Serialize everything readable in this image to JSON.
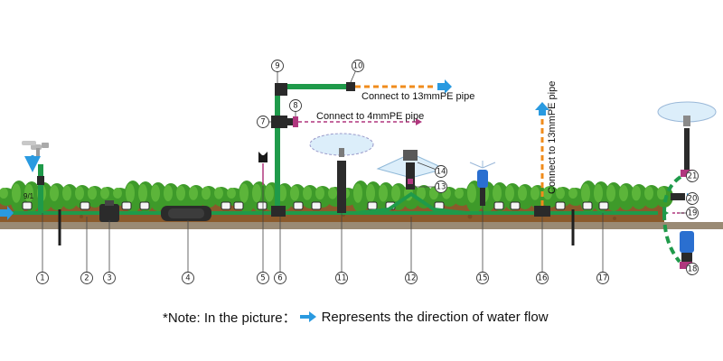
{
  "labels": {
    "connect_13mm_horizontal": "Connect to 13mmPE pipe",
    "connect_4mm": "Connect to 4mmPE pipe",
    "connect_13mm_vertical": "Connect to 13mmPE pipe"
  },
  "note": {
    "prefix": "*Note: In the picture：",
    "suffix": "Represents the direction of water flow"
  },
  "callouts": [
    "1",
    "2",
    "3",
    "4",
    "5",
    "6",
    "7",
    "8",
    "9",
    "10",
    "11",
    "12",
    "13",
    "14",
    "15",
    "16",
    "17",
    "18",
    "19",
    "20",
    "21"
  ],
  "colors": {
    "main_pipe": "#1f9a4a",
    "flow_arrow": "#2a9ae0",
    "pe13_dashed": "#f08c1c",
    "pe4_dashed": "#b0377e",
    "soil": "#8b5a2b",
    "ground": "#9a8a74",
    "grass": "#3e9a2a"
  }
}
